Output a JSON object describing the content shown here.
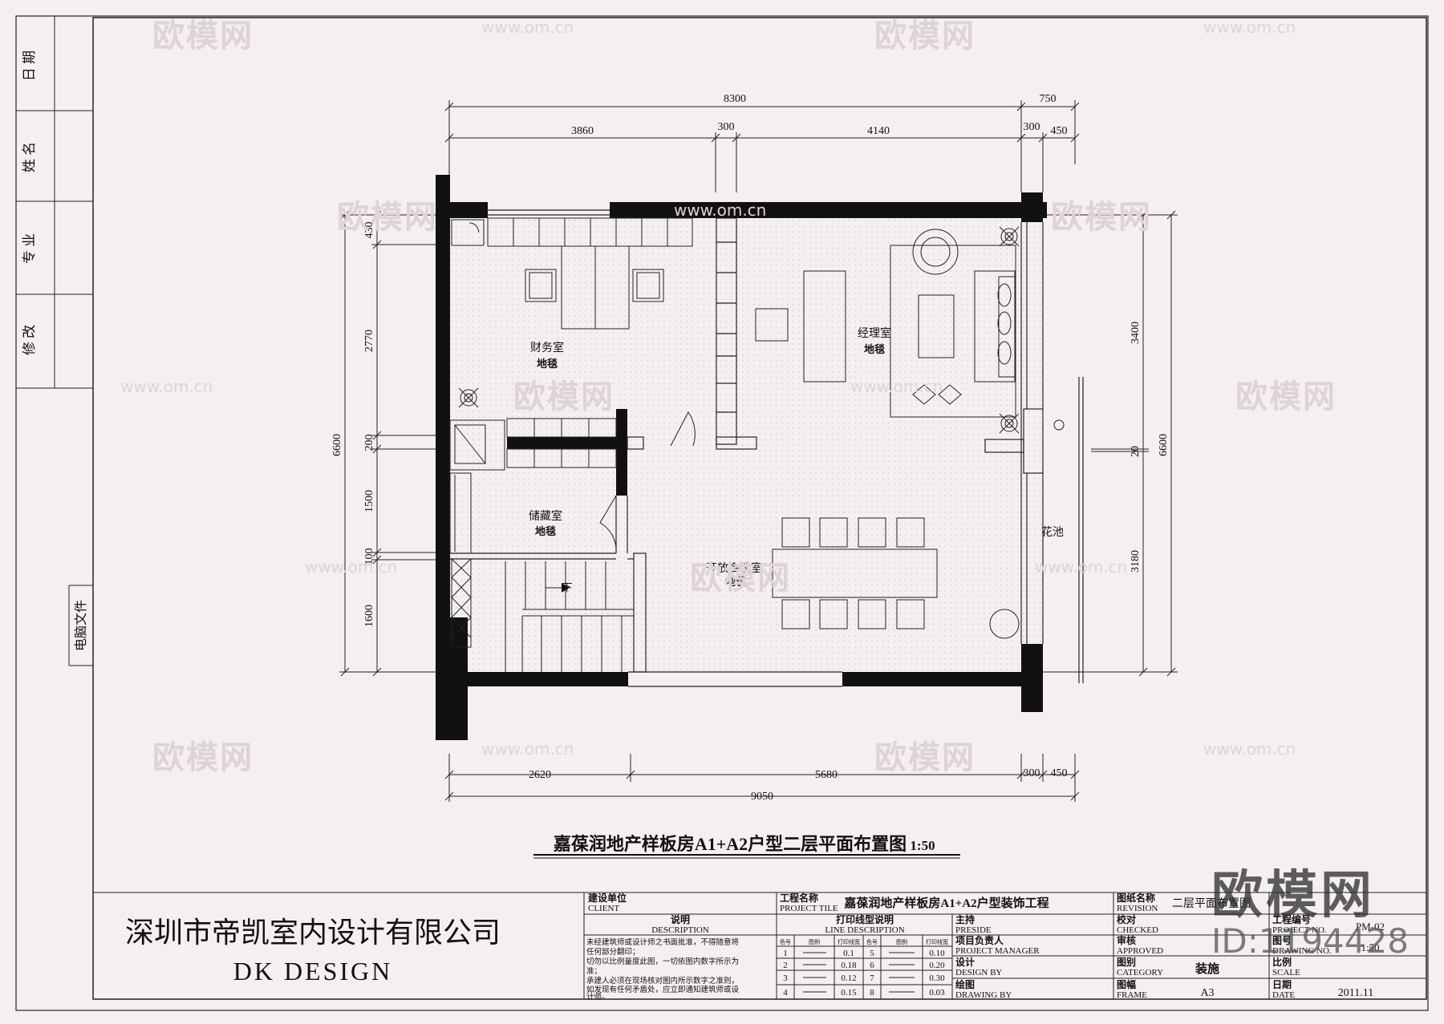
{
  "plan": {
    "title": "嘉葆润地产样板房A1+A2户型二层平面布置图",
    "scale": "1:50",
    "dims_top_total": [
      "8300",
      "750"
    ],
    "dims_top_parts": [
      "3860",
      "300",
      "4140",
      "300",
      "450"
    ],
    "dims_bottom_parts": [
      "2620",
      "5680",
      "300",
      "450"
    ],
    "dims_bottom_total": "9050",
    "dims_left_total": "6600",
    "dims_left_parts": [
      "430",
      "2770",
      "200",
      "1500",
      "100",
      "1600"
    ],
    "dims_right_total": "6600",
    "dims_right_parts": [
      "3400",
      "20",
      "3180"
    ],
    "rooms": [
      {
        "name": "财务室",
        "floor": "地毯"
      },
      {
        "name": "经理室",
        "floor": "地毯"
      },
      {
        "name": "储藏室",
        "floor": "地毯"
      },
      {
        "name": "开放会议室",
        "floor": "地毯"
      }
    ],
    "flower_bed": "花池",
    "stair_label": "下"
  },
  "sidebar": {
    "cells": [
      "日 期",
      "姓 名",
      "专 业",
      "修 改"
    ],
    "file_label": "电脑文件"
  },
  "titleblock": {
    "company_cn": "深圳市帝凯室内设计有限公司",
    "company_en": "DK DESIGN",
    "client_cn": "建设单位",
    "client_en": "CLIENT",
    "desc_cn": "说明",
    "desc_en": "DESCRIPTION",
    "notes": [
      "未经建筑师或设计师之书面批准，不得随意将",
      "任何部分翻印；",
      "切勿以比例量度此图，一切依图内数字所示为",
      "准；",
      "承建人必须在现场核对图内所示数字之准则，",
      "如发现有任何矛盾处，应立即通知建筑师或设",
      "计师。"
    ],
    "project_title_cn": "工程名称",
    "project_title_en": "PROJECT TILE",
    "project_name": "嘉葆润地产样板房A1+A2户型装饰工程",
    "line_desc_cn": "打印线型说明",
    "line_desc_en": "LINE DESCRIPTION",
    "line_headers": [
      "色号",
      "图例",
      "打印线宽",
      "色号",
      "图例",
      "打印线宽"
    ],
    "line_rows": [
      [
        "1",
        "0.1",
        "5",
        "0.10"
      ],
      [
        "2",
        "0.18",
        "6",
        "0.20"
      ],
      [
        "3",
        "0.12",
        "7",
        "0.30"
      ],
      [
        "4",
        "0.15",
        "8",
        "0.03"
      ]
    ],
    "preside_cn": "主持",
    "preside_en": "PRESIDE",
    "pm_cn": "项目负责人",
    "pm_en": "PROJECT MANAGER",
    "design_cn": "设计",
    "design_en": "DESIGN BY",
    "drawing_cn": "绘图",
    "drawing_en": "DRAWING BY",
    "revision_cn": "图纸名称",
    "revision_en": "REVISION",
    "revision_val": "二层平面布置图",
    "checked_cn": "校对",
    "checked_en": "CHECKED",
    "approved_cn": "审核",
    "approved_en": "APPROVED",
    "category_cn": "图别",
    "category_en": "CATEGORY",
    "category_val": "装施",
    "frame_cn": "图幅",
    "frame_en": "FRAME",
    "frame_val": "A3",
    "project_no_cn": "工程编号",
    "project_no_en": "PROJECT NO.",
    "drawing_no_cn": "图号",
    "drawing_no_en": "DRAWING NO.",
    "drawing_no_val": "PM-02",
    "scale_cn": "比例",
    "scale_en": "SCALE",
    "scale_val": "1:50",
    "date_cn": "日期",
    "date_en": "DATE",
    "date_val": "2011.11"
  },
  "watermark": {
    "logo": "欧模网",
    "url": "www.om.cn",
    "id": "ID:1194428"
  }
}
